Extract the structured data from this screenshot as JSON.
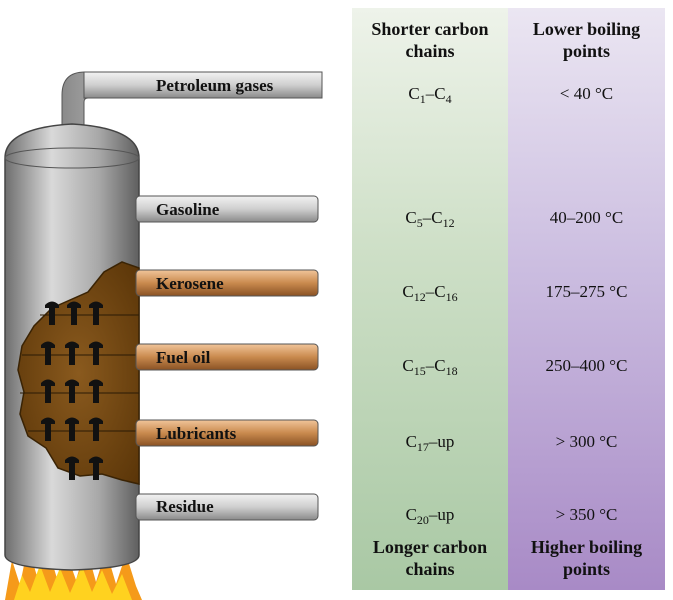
{
  "columns": {
    "carbon": {
      "top_line1": "Shorter carbon",
      "top_line2": "chains",
      "bottom_line1": "Longer carbon",
      "bottom_line2": "chains"
    },
    "boiling": {
      "top_line1": "Lower boiling",
      "top_line2": "points",
      "bottom_line1": "Higher boiling",
      "bottom_line2": "points"
    }
  },
  "fractions": [
    {
      "name": "Petroleum gases",
      "c_start": "1",
      "c_sep": "–",
      "c_end": "4",
      "c_suffix": "",
      "boiling": "< 40 °C",
      "pipe_color": "gray"
    },
    {
      "name": "Gasoline",
      "c_start": "5",
      "c_sep": "–",
      "c_end": "12",
      "c_suffix": "",
      "boiling": "40–200 °C",
      "pipe_color": "gray"
    },
    {
      "name": "Kerosene",
      "c_start": "12",
      "c_sep": "–",
      "c_end": "16",
      "c_suffix": "",
      "boiling": "175–275 °C",
      "pipe_color": "copper"
    },
    {
      "name": "Fuel oil",
      "c_start": "15",
      "c_sep": "–",
      "c_end": "18",
      "c_suffix": "",
      "boiling": "250–400 °C",
      "pipe_color": "copper"
    },
    {
      "name": "Lubricants",
      "c_start": "17",
      "c_sep": "",
      "c_end": "",
      "c_suffix": "–up",
      "boiling": "> 300 °C",
      "pipe_color": "copper"
    },
    {
      "name": "Residue",
      "c_start": "20",
      "c_sep": "",
      "c_end": "",
      "c_suffix": "–up",
      "boiling": "> 350 °C",
      "pipe_color": "gray"
    }
  ],
  "colors": {
    "steel_light": "#d9d9d9",
    "steel_mid": "#a8a8a8",
    "steel_dark": "#6e6e6e",
    "copper": "#c98a4e",
    "oil_brown": "#6b4312",
    "flame_orange": "#f59a1a",
    "flame_yellow": "#ffd21f"
  }
}
